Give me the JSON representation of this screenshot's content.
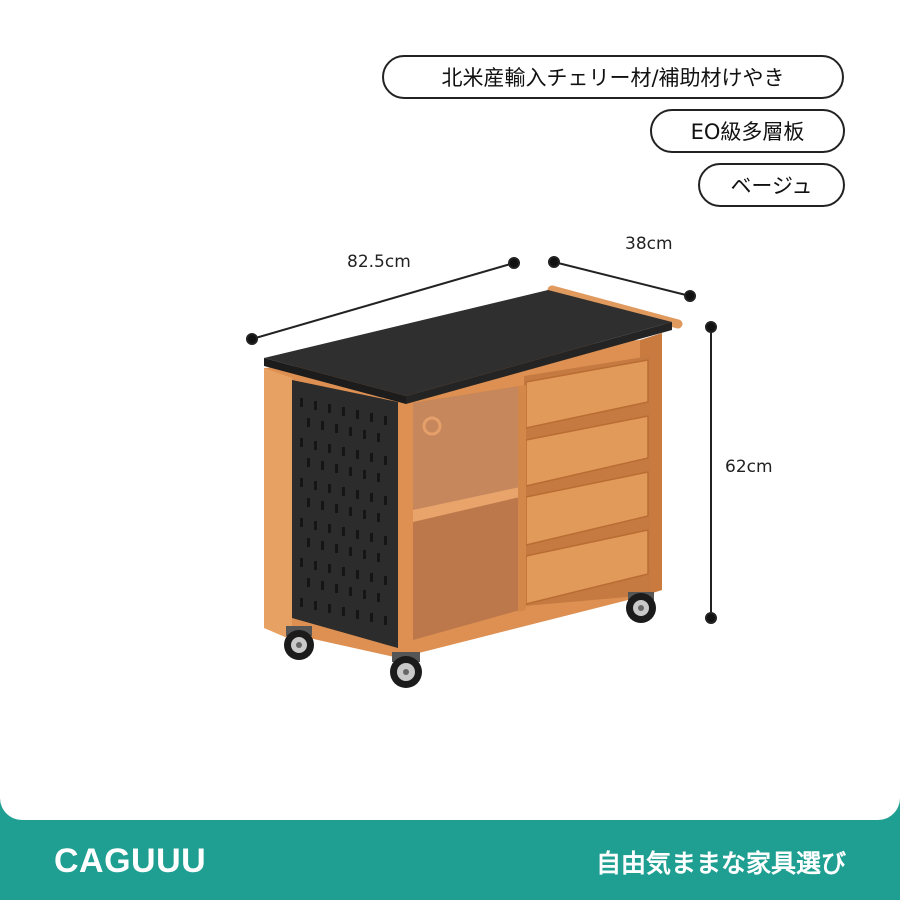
{
  "specs": {
    "material": "北米産輸入チェリー材/補助材けやき",
    "board": "EO級多層板",
    "color": "ベージュ"
  },
  "dimensions": {
    "width": "82.5cm",
    "depth": "38cm",
    "height": "62cm"
  },
  "footer": {
    "brand": "CAGUUU",
    "tagline": "自由気ままな家具選び"
  },
  "colors": {
    "accent": "#1e9f92",
    "wood": "#d98b4d",
    "top": "#3a3a3a"
  }
}
